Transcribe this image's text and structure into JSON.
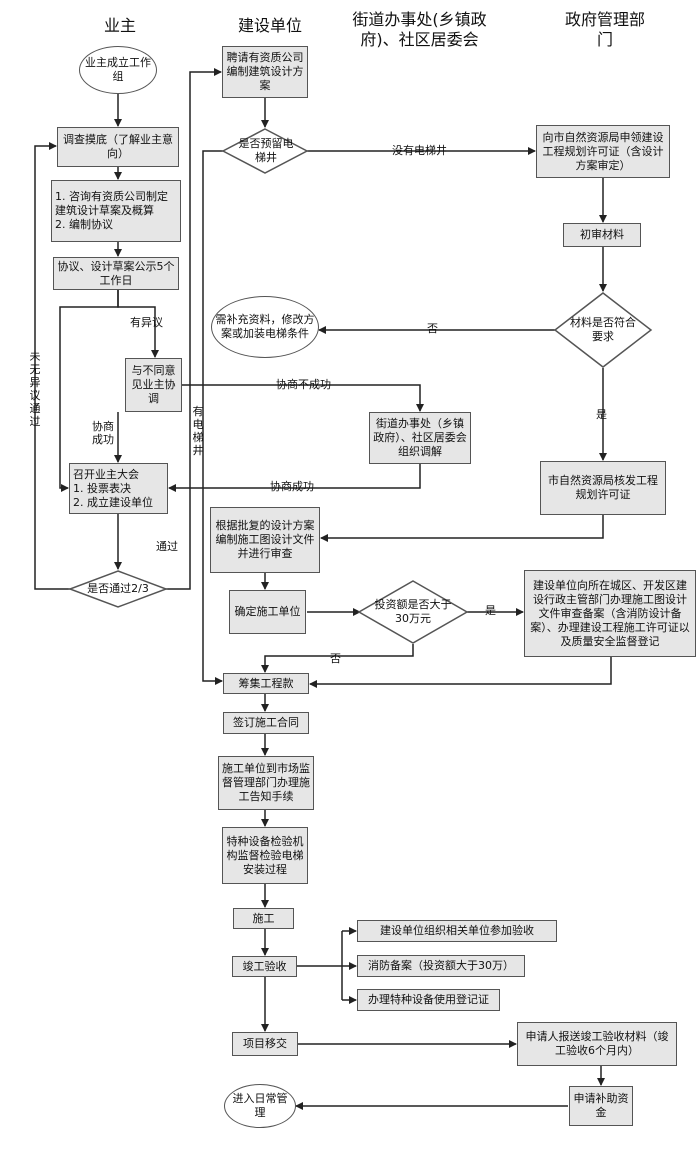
{
  "headers": {
    "owner": "业主",
    "builder": "建设单位",
    "street": "街道办事处(乡镇政府)、社区居委会",
    "gov": "政府管理部门"
  },
  "nodes": {
    "start": "业主成立工作组",
    "survey": "调查摸底（了解业主意向）",
    "consult": "1. 咨询有资质公司制定建筑设计草案及概算\n2. 编制协议",
    "publicize": "协议、设计草案公示5个工作日",
    "negotiate": "与不同意见业主协调",
    "meeting": "召开业主大会\n1. 投票表决\n2. 成立建设单位",
    "pass_check": "是否通过2/3",
    "hire_design": "聘请有资质公司编制建筑设计方案",
    "reserved": "是否预留电梯井",
    "apply_permit": "向市自然资源局申领建设工程规划许可证（含设计方案审定）",
    "initial_review": "初审材料",
    "material_ok": "材料是否符合要求",
    "supplement": "需补充资料，修改方案或加装电梯条件",
    "mediation": "街道办事处（乡镇政府）、社区居委会组织调解",
    "issue_permit": "市自然资源局核发工程规划许可证",
    "construction_drawing": "根据批复的设计方案编制施工图设计文件并进行审查",
    "contractor": "确定施工单位",
    "invest_check": "投资额是否大于30万元",
    "filing": "建设单位向所在城区、开发区建设行政主管部门办理施工图设计文件审查备案（含消防设计备案）、办理建设工程施工许可证以及质量安全监督登记",
    "funds": "筹集工程款",
    "contract": "签订施工合同",
    "notify": "施工单位到市场监督管理部门办理施工告知手续",
    "inspection": "特种设备检验机构监督检验电梯安装过程",
    "build": "施工",
    "acceptance": "竣工验收",
    "acc1": "建设单位组织相关单位参加验收",
    "acc2": "消防备案（投资额大于30万）",
    "acc3": "办理特种设备使用登记证",
    "handover": "项目移交",
    "submit": "申请人报送竣工验收材料（竣工验收6个月内）",
    "subsidy": "申请补助资金",
    "daily": "进入日常管理"
  },
  "labels": {
    "objection": "有异议",
    "no_objection": "未无异议通过",
    "negotiate_ok": "协商成功",
    "negotiate_fail": "协商不成功",
    "negotiate_ok2": "协商成功",
    "passed": "通过",
    "has_shaft": "有电梯井",
    "no_shaft": "没有电梯井",
    "no": "否",
    "yes": "是",
    "yes2": "是",
    "no2": "否"
  }
}
